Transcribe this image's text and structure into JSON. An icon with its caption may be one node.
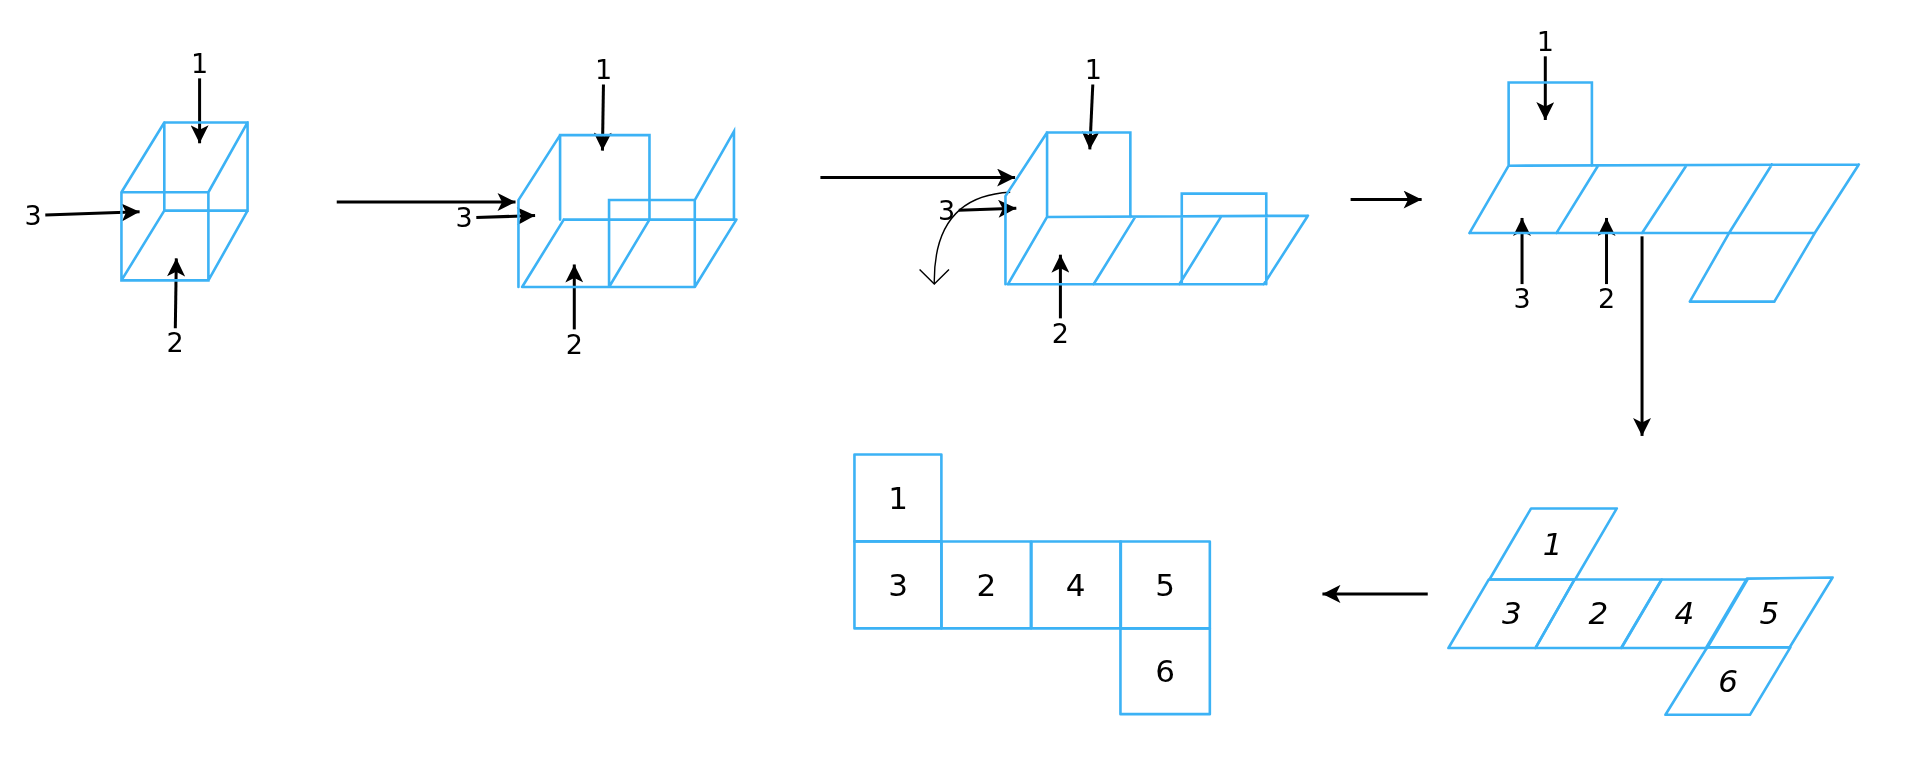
{
  "diagram": {
    "nodes": [
      {
        "text": [],
        "shape": "picture"
      },
      {
        "text": [
          "1"
        ]
      },
      {
        "text": [
          "3"
        ]
      },
      {
        "text": [
          "2"
        ]
      },
      {
        "text": [],
        "shape": "picture"
      },
      {
        "text": [
          "1"
        ]
      },
      {
        "text": [
          "3"
        ]
      },
      {
        "text": [
          "2"
        ]
      },
      {
        "text": [],
        "shape": "picture"
      },
      {
        "text": [
          "1"
        ]
      },
      {
        "text": [
          "3"
        ]
      },
      {
        "text": [
          "2"
        ]
      },
      {
        "text": [],
        "shape": "picture"
      },
      {
        "text": [
          "1"
        ]
      },
      {
        "text": [
          "3"
        ]
      },
      {
        "text": [
          "2"
        ]
      },
      {
        "text": [],
        "shape": "picture"
      },
      {
        "text": [
          "1"
        ],
        "in": 16
      },
      {
        "text": [
          "3"
        ],
        "in": 16
      },
      {
        "text": [
          "2"
        ],
        "in": 16
      },
      {
        "text": [
          "4"
        ],
        "in": 16
      },
      {
        "text": [
          "5"
        ],
        "in": 16
      },
      {
        "text": [
          "6"
        ],
        "in": 16
      },
      {
        "text": [],
        "shape": "picture"
      },
      {
        "text": [
          "1"
        ],
        "in": 23
      },
      {
        "text": [
          "3"
        ],
        "in": 23
      },
      {
        "text": [
          "2"
        ],
        "in": 23
      },
      {
        "text": [
          "4"
        ],
        "in": 23
      },
      {
        "text": [
          "5"
        ],
        "in": 23
      },
      {
        "text": [
          "6"
        ],
        "in": 23
      }
    ],
    "edges": [
      {
        "from": 0,
        "to": 4,
        "arrow": "to"
      },
      {
        "from": 4,
        "to": 8,
        "arrow": "to"
      },
      {
        "from": 8,
        "to": 12,
        "arrow": "to"
      },
      {
        "from": 12,
        "to": 16,
        "arrow": "to"
      },
      {
        "from": 16,
        "to": 23,
        "arrow": "to"
      },
      {
        "from": 1,
        "to": 0,
        "arrow": "to"
      },
      {
        "from": 2,
        "to": 0,
        "arrow": "to"
      },
      {
        "from": 3,
        "to": 0,
        "arrow": "to"
      },
      {
        "from": 5,
        "to": 4,
        "arrow": "to"
      },
      {
        "from": 6,
        "to": 4,
        "arrow": "to"
      },
      {
        "from": 7,
        "to": 4,
        "arrow": "to"
      },
      {
        "from": 9,
        "to": 8,
        "arrow": "to"
      },
      {
        "from": 10,
        "to": 8,
        "arrow": "to"
      },
      {
        "from": 11,
        "to": 8,
        "arrow": "to"
      },
      {
        "from": 13,
        "to": 12,
        "arrow": "to"
      },
      {
        "from": 14,
        "to": 12,
        "arrow": "to"
      },
      {
        "from": 15,
        "to": 12,
        "arrow": "to"
      }
    ]
  }
}
